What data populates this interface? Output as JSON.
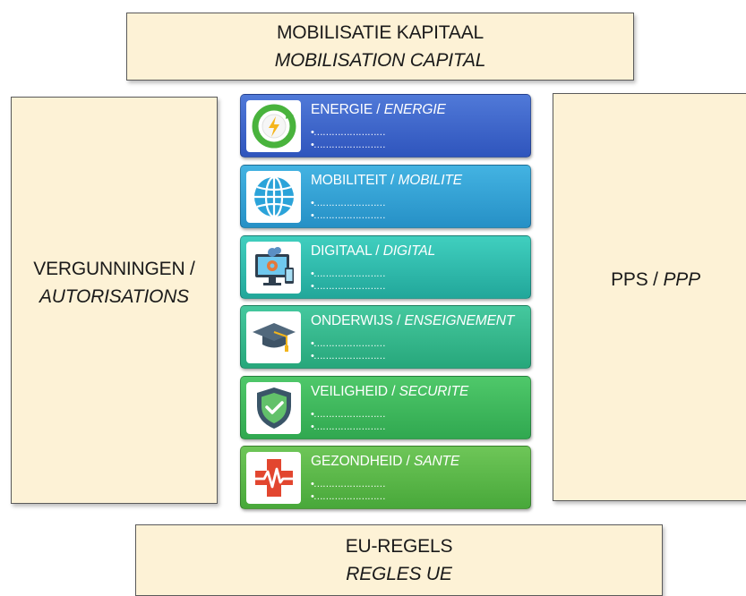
{
  "top": {
    "line1": "MOBILISATIE KAPITAAL",
    "line2": "MOBILISATION CAPITAL"
  },
  "left": {
    "line1": "VERGUNNINGEN /",
    "line2": "AUTORISATIONS"
  },
  "right": {
    "nl": "PPS /",
    "fr": "PPP"
  },
  "bottom": {
    "line1": "EU-REGELS",
    "line2": "REGLES UE"
  },
  "sectors": [
    {
      "nl": "ENERGIE /",
      "fr": "ENERGIE",
      "icon": "energy-icon",
      "bullet1": "•……………………",
      "bullet2": "•……………………",
      "color": "#3a63c8"
    },
    {
      "nl": "MOBILITEIT /",
      "fr": "MOBILITE",
      "icon": "globe-icon",
      "bullet1": "•……………………",
      "bullet2": "•……………………",
      "color": "#2f9fd3"
    },
    {
      "nl": "DIGITAAL /",
      "fr": "DIGITAL",
      "icon": "computer-icon",
      "bullet1": "•……………………",
      "bullet2": "•……………………",
      "color": "#2fbfae"
    },
    {
      "nl": "ONDERWIJS /",
      "fr": "ENSEIGNEMENT",
      "icon": "graduation-cap-icon",
      "bullet1": "•……………………",
      "bullet2": "•……………………",
      "color": "#33b88c"
    },
    {
      "nl": "VEILIGHEID /",
      "fr": "SECURITE",
      "icon": "shield-check-icon",
      "bullet1": "•……………………",
      "bullet2": "•……………………",
      "color": "#3db55f"
    },
    {
      "nl": "GEZONDHEID /",
      "fr": "SANTE",
      "icon": "medical-cross-icon",
      "bullet1": "•……………………",
      "bullet2": "•……………………",
      "color": "#5cb84a"
    }
  ]
}
